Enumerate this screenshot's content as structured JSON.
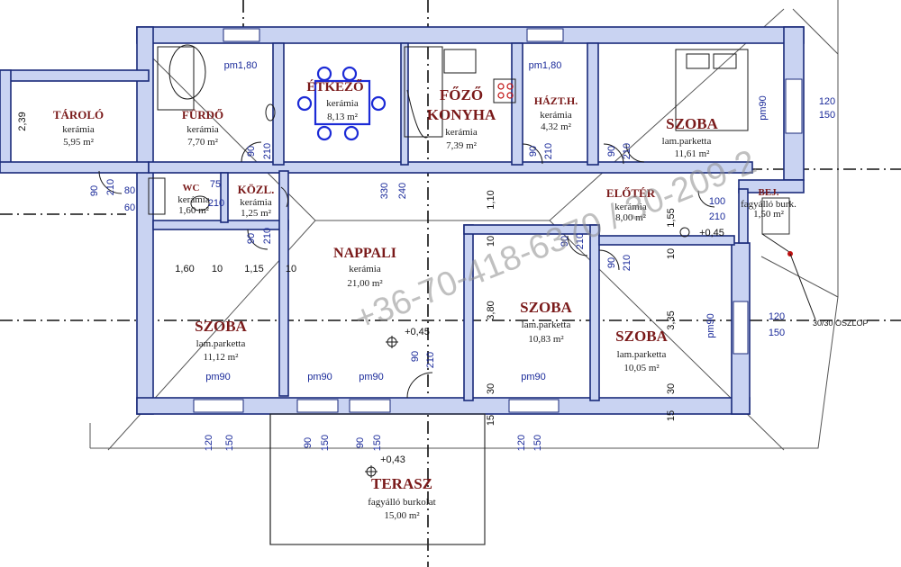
{
  "rooms": [
    {
      "id": "taroló",
      "name": "TÁROLÓ",
      "material": "kerámia",
      "area": "5,95 m²"
    },
    {
      "id": "furdo",
      "name": "FÜRDŐ",
      "material": "kerámia",
      "area": "7,70 m²"
    },
    {
      "id": "etkezo",
      "name": "ÉTKEZŐ",
      "material": "kerámia",
      "area": "8,13 m²"
    },
    {
      "id": "konyha",
      "name1": "FŐZŐ",
      "name2": "KONYHA",
      "material": "kerámia",
      "area": "7,39 m²"
    },
    {
      "id": "hazt",
      "name": "HÁZT.H.",
      "material": "kerámia",
      "area": "4,32 m²"
    },
    {
      "id": "szoba1",
      "name": "SZOBA",
      "material": "lam.parketta",
      "area": "11,61 m²"
    },
    {
      "id": "wc",
      "name": "WC",
      "material": "kerámia",
      "area": "1,60 m²"
    },
    {
      "id": "kozl",
      "name": "KÖZL.",
      "material": "kerámia",
      "area": "1,25 m²"
    },
    {
      "id": "eloter",
      "name": "ELŐTÉR",
      "material": "kerámia",
      "area": "8,00 m²"
    },
    {
      "id": "bej",
      "name": "BEJ.",
      "material": "fagyálló burk.",
      "area": "1,50 m²"
    },
    {
      "id": "nappali",
      "name": "NAPPALI",
      "material": "kerámia",
      "area": "21,00 m²"
    },
    {
      "id": "szoba2",
      "name": "SZOBA",
      "material": "lam.parketta",
      "area": "11,12 m²"
    },
    {
      "id": "szoba3",
      "name": "SZOBA",
      "material": "lam.parketta",
      "area": "10,83 m²"
    },
    {
      "id": "szoba4",
      "name": "SZOBA",
      "material": "lam.parketta",
      "area": "10,05 m²"
    },
    {
      "id": "terasz",
      "name": "TERASZ",
      "material": "fagyálló burkolat",
      "area": "15,00 m²"
    }
  ],
  "dimensions": {
    "pm1_80_a": "pm1,80",
    "pm1_80_b": "pm1,80",
    "pm90_right": "pm90",
    "pm90_szoba4": "pm90",
    "pm90_b1": "pm90",
    "pm90_b2": "pm90",
    "pm90_b3": "pm90",
    "pm90_b4": "pm90",
    "d239": "2,39",
    "d120": "120",
    "d150": "150",
    "d90": "90",
    "d210": "210",
    "d75": "75",
    "d80": "80",
    "d60": "60",
    "d330": "330",
    "d240": "240",
    "d110": "1,10",
    "d160": "1,60",
    "d10": "10",
    "d115": "1,15",
    "d155": "1,55",
    "d100": "100",
    "d335": "3,35",
    "d380": "3,80",
    "d30": "30",
    "d15": "15",
    "plus045": "+0,45",
    "plus043": "+0,43",
    "oszlop": "30/30 OSZLOP"
  },
  "watermark": "+36-70-418-6370 / 30-209-2",
  "colors": {
    "wall": "#c9d3f2",
    "wall_stroke": "#1a2a7a",
    "room_name": "#7a1a1a",
    "dimension": "#1a2a9a"
  }
}
